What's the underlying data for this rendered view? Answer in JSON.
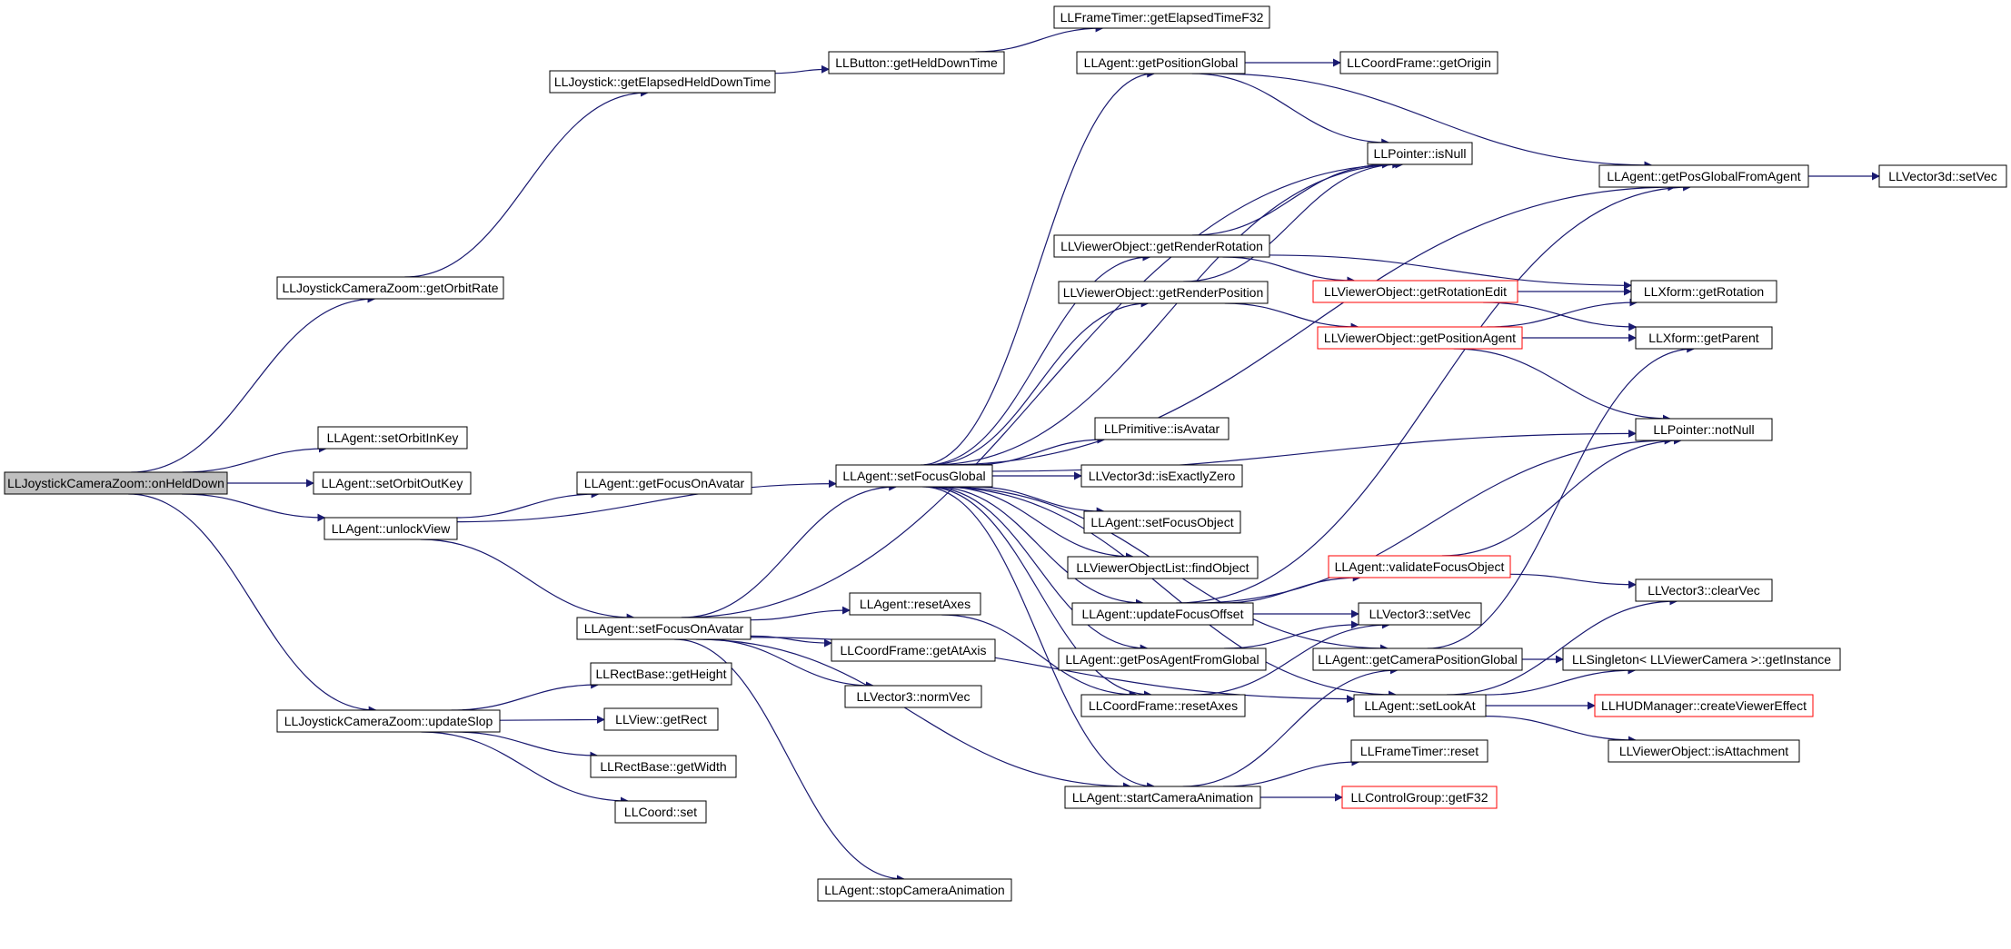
{
  "colors": {
    "edge": "#191970",
    "node_border": "#000000",
    "node_border_truncated": "#ff0000",
    "root_fill": "#bfbfbf",
    "node_fill": "#ffffff"
  },
  "nodes": [
    {
      "id": "root",
      "label": "LLJoystickCameraZoom::onHeldDown",
      "root": true
    },
    {
      "id": "getOrbitRate",
      "label": "LLJoystickCameraZoom::getOrbitRate"
    },
    {
      "id": "getElapsedHeldDownTime",
      "label": "LLJoystick::getElapsedHeldDownTime"
    },
    {
      "id": "getHeldDownTime",
      "label": "LLButton::getHeldDownTime"
    },
    {
      "id": "getElapsedTimeF32",
      "label": "LLFrameTimer::getElapsedTimeF32"
    },
    {
      "id": "setOrbitInKey",
      "label": "LLAgent::setOrbitInKey"
    },
    {
      "id": "setOrbitOutKey",
      "label": "LLAgent::setOrbitOutKey"
    },
    {
      "id": "unlockView",
      "label": "LLAgent::unlockView"
    },
    {
      "id": "getFocusOnAvatar",
      "label": "LLAgent::getFocusOnAvatar"
    },
    {
      "id": "setFocusOnAvatar",
      "label": "LLAgent::setFocusOnAvatar"
    },
    {
      "id": "updateSlop",
      "label": "LLJoystickCameraZoom::updateSlop"
    },
    {
      "id": "getHeight",
      "label": "LLRectBase::getHeight"
    },
    {
      "id": "getRect",
      "label": "LLView::getRect"
    },
    {
      "id": "getWidth",
      "label": "LLRectBase::getWidth"
    },
    {
      "id": "coordSet",
      "label": "LLCoord::set"
    },
    {
      "id": "setFocusGlobal",
      "label": "LLAgent::setFocusGlobal"
    },
    {
      "id": "resetAxesAgent",
      "label": "LLAgent::resetAxes"
    },
    {
      "id": "getAtAxis",
      "label": "LLCoordFrame::getAtAxis"
    },
    {
      "id": "normVec",
      "label": "LLVector3::normVec"
    },
    {
      "id": "stopCameraAnimation",
      "label": "LLAgent::stopCameraAnimation"
    },
    {
      "id": "getPositionGlobal",
      "label": "LLAgent::getPositionGlobal"
    },
    {
      "id": "getOrigin",
      "label": "LLCoordFrame::getOrigin"
    },
    {
      "id": "isNull",
      "label": "LLPointer::isNull"
    },
    {
      "id": "getRenderRotation",
      "label": "LLViewerObject::getRenderRotation"
    },
    {
      "id": "getRenderPosition",
      "label": "LLViewerObject::getRenderPosition"
    },
    {
      "id": "isAvatar",
      "label": "LLPrimitive::isAvatar"
    },
    {
      "id": "isExactlyZero",
      "label": "LLVector3d::isExactlyZero"
    },
    {
      "id": "setFocusObject",
      "label": "LLAgent::setFocusObject"
    },
    {
      "id": "findObject",
      "label": "LLViewerObjectList::findObject"
    },
    {
      "id": "updateFocusOffset",
      "label": "LLAgent::updateFocusOffset"
    },
    {
      "id": "getPosAgentFromGlobal",
      "label": "LLAgent::getPosAgentFromGlobal"
    },
    {
      "id": "resetAxesFrame",
      "label": "LLCoordFrame::resetAxes"
    },
    {
      "id": "startCameraAnimation",
      "label": "LLAgent::startCameraAnimation"
    },
    {
      "id": "getRotationEdit",
      "label": "LLViewerObject::getRotationEdit",
      "truncated": true
    },
    {
      "id": "getPositionAgent",
      "label": "LLViewerObject::getPositionAgent",
      "truncated": true
    },
    {
      "id": "validateFocusObject",
      "label": "LLAgent::validateFocusObject",
      "truncated": true
    },
    {
      "id": "v3SetVec",
      "label": "LLVector3::setVec"
    },
    {
      "id": "getCameraPositionGlobal",
      "label": "LLAgent::getCameraPositionGlobal"
    },
    {
      "id": "setLookAt",
      "label": "LLAgent::setLookAt"
    },
    {
      "id": "frameTimerReset",
      "label": "LLFrameTimer::reset"
    },
    {
      "id": "getF32",
      "label": "LLControlGroup::getF32",
      "truncated": true
    },
    {
      "id": "getPosGlobalFromAgent",
      "label": "LLAgent::getPosGlobalFromAgent"
    },
    {
      "id": "v3dSetVec",
      "label": "LLVector3d::setVec"
    },
    {
      "id": "xformGetRotation",
      "label": "LLXform::getRotation"
    },
    {
      "id": "xformGetParent",
      "label": "LLXform::getParent"
    },
    {
      "id": "notNull",
      "label": "LLPointer::notNull"
    },
    {
      "id": "clearVec",
      "label": "LLVector3::clearVec"
    },
    {
      "id": "getInstance",
      "label": "LLSingleton< LLViewerCamera >::getInstance"
    },
    {
      "id": "createViewerEffect",
      "label": "LLHUDManager::createViewerEffect",
      "truncated": true
    },
    {
      "id": "isAttachment",
      "label": "LLViewerObject::isAttachment"
    }
  ],
  "edges": [
    [
      "root",
      "getOrbitRate"
    ],
    [
      "root",
      "setOrbitInKey"
    ],
    [
      "root",
      "setOrbitOutKey"
    ],
    [
      "root",
      "unlockView"
    ],
    [
      "root",
      "updateSlop"
    ],
    [
      "getOrbitRate",
      "getElapsedHeldDownTime"
    ],
    [
      "getElapsedHeldDownTime",
      "getHeldDownTime"
    ],
    [
      "getHeldDownTime",
      "getElapsedTimeF32"
    ],
    [
      "unlockView",
      "getFocusOnAvatar"
    ],
    [
      "unlockView",
      "setFocusGlobal"
    ],
    [
      "unlockView",
      "setFocusOnAvatar"
    ],
    [
      "updateSlop",
      "getHeight"
    ],
    [
      "updateSlop",
      "getRect"
    ],
    [
      "updateSlop",
      "getWidth"
    ],
    [
      "updateSlop",
      "coordSet"
    ],
    [
      "setFocusOnAvatar",
      "setFocusGlobal"
    ],
    [
      "setFocusOnAvatar",
      "isNull"
    ],
    [
      "setFocusOnAvatar",
      "resetAxesAgent"
    ],
    [
      "setFocusOnAvatar",
      "getAtAxis"
    ],
    [
      "setFocusOnAvatar",
      "normVec"
    ],
    [
      "setFocusOnAvatar",
      "startCameraAnimation"
    ],
    [
      "setFocusOnAvatar",
      "stopCameraAnimation"
    ],
    [
      "setFocusOnAvatar",
      "setLookAt"
    ],
    [
      "resetAxesAgent",
      "resetAxesFrame"
    ],
    [
      "setFocusGlobal",
      "getPositionGlobal"
    ],
    [
      "setFocusGlobal",
      "isNull"
    ],
    [
      "setFocusGlobal",
      "getPosGlobalFromAgent"
    ],
    [
      "setFocusGlobal",
      "getRenderRotation"
    ],
    [
      "setFocusGlobal",
      "getRenderPosition"
    ],
    [
      "setFocusGlobal",
      "notNull"
    ],
    [
      "setFocusGlobal",
      "getCameraPositionGlobal"
    ],
    [
      "setFocusGlobal",
      "isAvatar"
    ],
    [
      "setFocusGlobal",
      "isExactlyZero"
    ],
    [
      "setFocusGlobal",
      "setFocusObject"
    ],
    [
      "setFocusGlobal",
      "findObject"
    ],
    [
      "setFocusGlobal",
      "updateFocusOffset"
    ],
    [
      "setFocusGlobal",
      "getPosAgentFromGlobal"
    ],
    [
      "setFocusGlobal",
      "resetAxesFrame"
    ],
    [
      "setFocusGlobal",
      "startCameraAnimation"
    ],
    [
      "setFocusGlobal",
      "setLookAt"
    ],
    [
      "getPositionGlobal",
      "getOrigin"
    ],
    [
      "getPositionGlobal",
      "isNull"
    ],
    [
      "getPositionGlobal",
      "getPosGlobalFromAgent"
    ],
    [
      "getRenderRotation",
      "isNull"
    ],
    [
      "getRenderRotation",
      "getRotationEdit"
    ],
    [
      "getRenderRotation",
      "xformGetRotation"
    ],
    [
      "getRenderPosition",
      "isNull"
    ],
    [
      "getRenderPosition",
      "getPositionAgent"
    ],
    [
      "getRotationEdit",
      "xformGetRotation"
    ],
    [
      "getRotationEdit",
      "xformGetParent"
    ],
    [
      "getPositionAgent",
      "xformGetRotation"
    ],
    [
      "getPositionAgent",
      "xformGetParent"
    ],
    [
      "getPositionAgent",
      "notNull"
    ],
    [
      "getPosGlobalFromAgent",
      "v3dSetVec"
    ],
    [
      "updateFocusOffset",
      "validateFocusObject"
    ],
    [
      "updateFocusOffset",
      "v3SetVec"
    ],
    [
      "updateFocusOffset",
      "getPosGlobalFromAgent"
    ],
    [
      "updateFocusOffset",
      "notNull"
    ],
    [
      "validateFocusObject",
      "clearVec"
    ],
    [
      "validateFocusObject",
      "notNull"
    ],
    [
      "getPosAgentFromGlobal",
      "v3SetVec"
    ],
    [
      "resetAxesFrame",
      "v3SetVec"
    ],
    [
      "getCameraPositionGlobal",
      "getInstance"
    ],
    [
      "getCameraPositionGlobal",
      "xformGetParent"
    ],
    [
      "startCameraAnimation",
      "frameTimerReset"
    ],
    [
      "startCameraAnimation",
      "getF32"
    ],
    [
      "startCameraAnimation",
      "getCameraPositionGlobal"
    ],
    [
      "setLookAt",
      "clearVec"
    ],
    [
      "setLookAt",
      "getInstance"
    ],
    [
      "setLookAt",
      "createViewerEffect"
    ],
    [
      "setLookAt",
      "isAttachment"
    ]
  ]
}
